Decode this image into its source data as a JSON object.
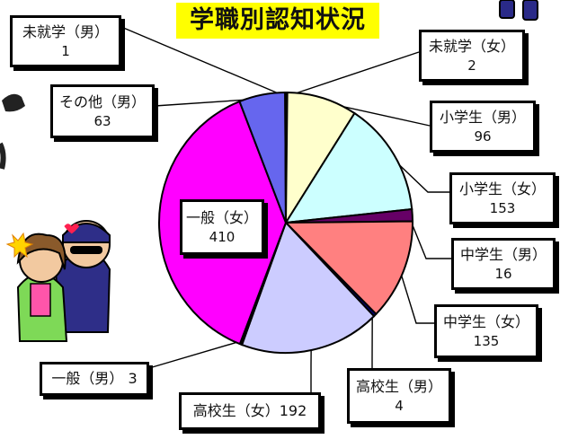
{
  "chart_data": {
    "type": "pie",
    "title": "学職別認知状況",
    "slices": [
      {
        "name": "未就学（女）",
        "value": 2,
        "color": "#ffffff",
        "display": "2"
      },
      {
        "name": "小学生（男）",
        "value": 96,
        "color": "#ffffcc",
        "display": "96"
      },
      {
        "name": "小学生（女）",
        "value": 153,
        "color": "#ccffff",
        "display": "153"
      },
      {
        "name": "中学生（男）",
        "value": 16,
        "color": "#660066",
        "display": "16"
      },
      {
        "name": "中学生（女）",
        "value": 135,
        "color": "#ff8080",
        "display": "135"
      },
      {
        "name": "高校生（男）",
        "value": 4,
        "color": "#000080",
        "display": "4"
      },
      {
        "name": "高校生（女）",
        "value": 192,
        "color": "#ccccff",
        "display": "192"
      },
      {
        "name": "一般（男）",
        "value": 3,
        "color": "#000000",
        "display": "3"
      },
      {
        "name": "一般（女）",
        "value": 410,
        "color": "#ff00ff",
        "display": "410"
      },
      {
        "name": "その他（男）",
        "value": 63,
        "color": "#6666ee",
        "display": "63"
      },
      {
        "name": "未就学（男）",
        "value": 1,
        "color": "#ffffff",
        "display": "1"
      }
    ]
  }
}
